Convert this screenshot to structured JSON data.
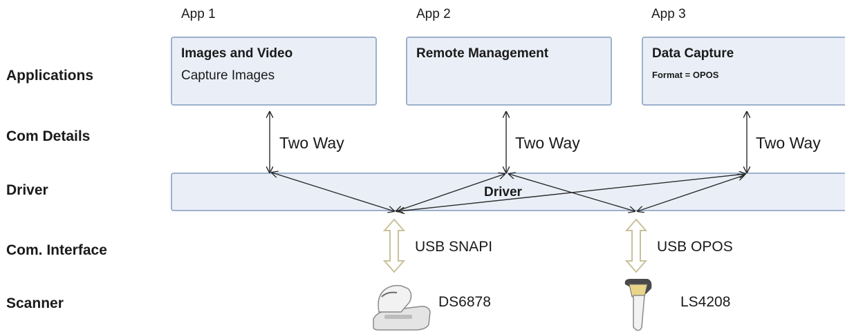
{
  "rows": {
    "applications": "Applications",
    "com_details": "Com Details",
    "driver": "Driver",
    "com_interface": "Com. Interface",
    "scanner": "Scanner"
  },
  "apps": [
    {
      "label": "App 1",
      "title": "Images and Video",
      "subtitle": "Capture Images"
    },
    {
      "label": "App 2",
      "title": "Remote Management",
      "subtitle": ""
    },
    {
      "label": "App 3",
      "title": "Data Capture",
      "subtitle": "Format = OPOS"
    }
  ],
  "com_details": [
    "Two Way",
    "Two Way",
    "Two Way"
  ],
  "driver_label": "Driver",
  "interfaces": [
    "USB SNAPI",
    "USB OPOS"
  ],
  "scanners": [
    "DS6878",
    "LS4208"
  ],
  "colors": {
    "box_fill": "#eaeff7",
    "box_border": "#9db0cc",
    "arrow": "#2b2b2b",
    "interface_arrow": "#c9c19a"
  },
  "icons": [
    "cordless-scanner-icon",
    "handheld-scanner-icon"
  ]
}
